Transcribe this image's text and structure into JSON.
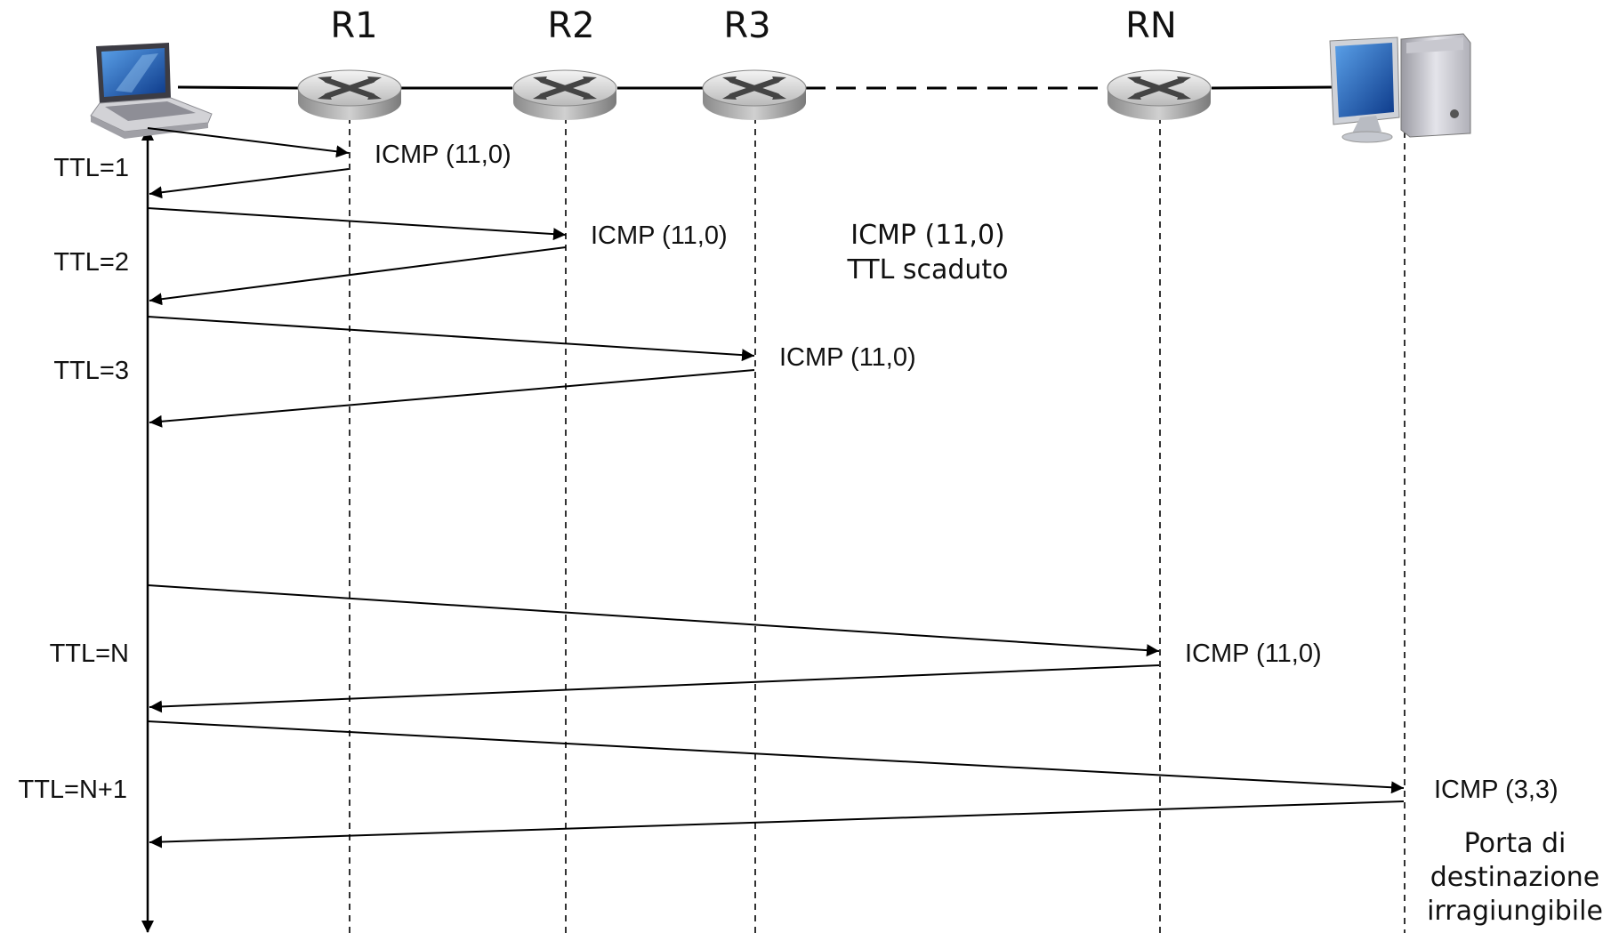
{
  "routers": [
    {
      "label": "R1"
    },
    {
      "label": "R2"
    },
    {
      "label": "R3"
    },
    {
      "label": "RN"
    }
  ],
  "ttl_labels": [
    "TTL=1",
    "TTL=2",
    "TTL=3",
    "TTL=N",
    "TTL=N+1"
  ],
  "icmp_labels": [
    "ICMP (11,0)",
    "ICMP (11,0)",
    "ICMP (11,0)",
    "ICMP (11,0)",
    "ICMP (3,3)"
  ],
  "expired_note": {
    "line1": "ICMP (11,0)",
    "line2": "TTL scaduto"
  },
  "unreachable_note": {
    "line1": "Porta di",
    "line2": "destinazione",
    "line3": "irragiungibile"
  },
  "icons": {
    "source": "laptop-icon",
    "router": "router-icon",
    "destination": "desktop-computer-icon"
  }
}
